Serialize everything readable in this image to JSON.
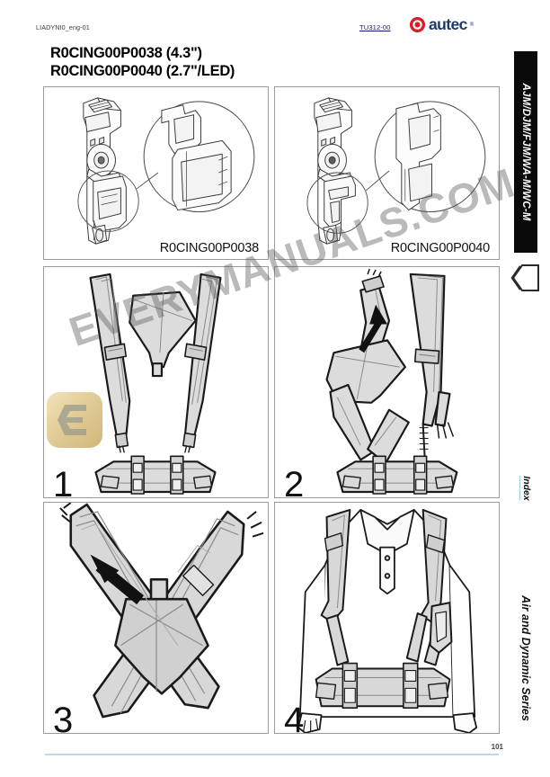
{
  "header": {
    "document_code": "LIADYNI0_eng-01",
    "doc_ref": "TU312-00",
    "brand": "autec",
    "brand_tm": "®",
    "brand_icon": "autec-spiral-logo"
  },
  "titles": {
    "line1": "R0CING00P0038 (4.3\")",
    "line2": "R0CING00P0040 (2.7\"/LED)"
  },
  "product_panels": [
    {
      "caption": "R0CING00P0038",
      "art": "transmitter-with-belt-clip-detail-4-3-inch"
    },
    {
      "caption": "R0CING00P0040",
      "art": "transmitter-with-belt-clip-detail-2-7-inch-led"
    }
  ],
  "step_panels": [
    {
      "number": "1",
      "art": "harness-shoulder-straps-and-back-pad-exploded"
    },
    {
      "number": "2",
      "art": "harness-straps-assembly-with-direction-arrow"
    },
    {
      "number": "3",
      "art": "crossed-straps-back-pad-closeup-with-arrow"
    },
    {
      "number": "4",
      "art": "operator-wearing-harness-front-view"
    }
  ],
  "sidebar": {
    "series_tab": "AJM/DJM/FJM/WA-M/WC-M",
    "nav_arrow": "left-pentagon-arrow-icon",
    "index_label": "Index",
    "series_label": "Air and Dynamic Series"
  },
  "footer": {
    "page_number": "101"
  },
  "watermark": {
    "text": "EVERYMANUALS.COM",
    "badge": "everymanuals-e-badge"
  },
  "colors": {
    "brand_blue": "#1b3a6b",
    "brand_red": "#d4202a",
    "rule_blue": "#bcd9ec",
    "tab_black": "#0a0a0a",
    "panel_border": "#9a9a9a"
  }
}
